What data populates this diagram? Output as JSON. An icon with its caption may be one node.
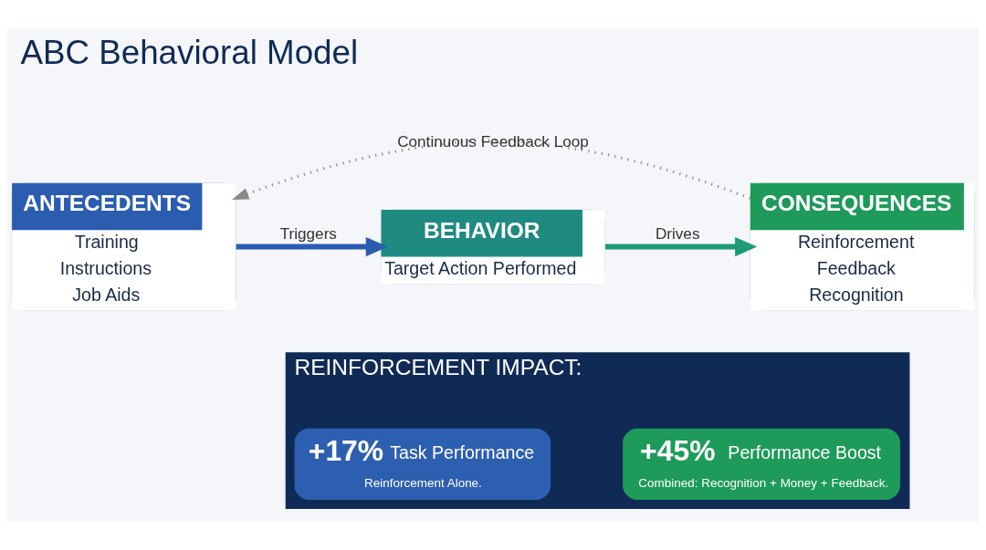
{
  "diagram": {
    "title": "ABC Behavioral Model",
    "nodes": [
      {
        "text": [
          "ANTECEDENTS",
          "Training",
          "Instructions",
          "Job Aids"
        ]
      },
      {
        "text": [
          "BEHAVIOR",
          "Target Action Performed"
        ]
      },
      {
        "text": [
          "CONSEQUENCES",
          "Reinforcement",
          "Feedback",
          "Recognition"
        ]
      },
      {
        "text": [
          "REINFORCEMENT IMPACT:"
        ]
      },
      {
        "text": [
          "+17%",
          "Task Performance",
          "Reinforcement Alone."
        ],
        "in": 3
      },
      {
        "text": [
          "+45%",
          "Performance Boost",
          "Combined: Recognition + Money + Feedback."
        ],
        "in": 3
      }
    ],
    "edges": [
      {
        "from": 0,
        "to": 1,
        "arrow": "to",
        "label": "Triggers",
        "color": "#2a5db0"
      },
      {
        "from": 1,
        "to": 2,
        "arrow": "to",
        "label": "Drives",
        "color": "#1f9a78"
      },
      {
        "from": 2,
        "to": 0,
        "arrow": "to",
        "label": "Continuous Feedback Loop",
        "style": "dashed",
        "color": "#888888"
      }
    ]
  }
}
